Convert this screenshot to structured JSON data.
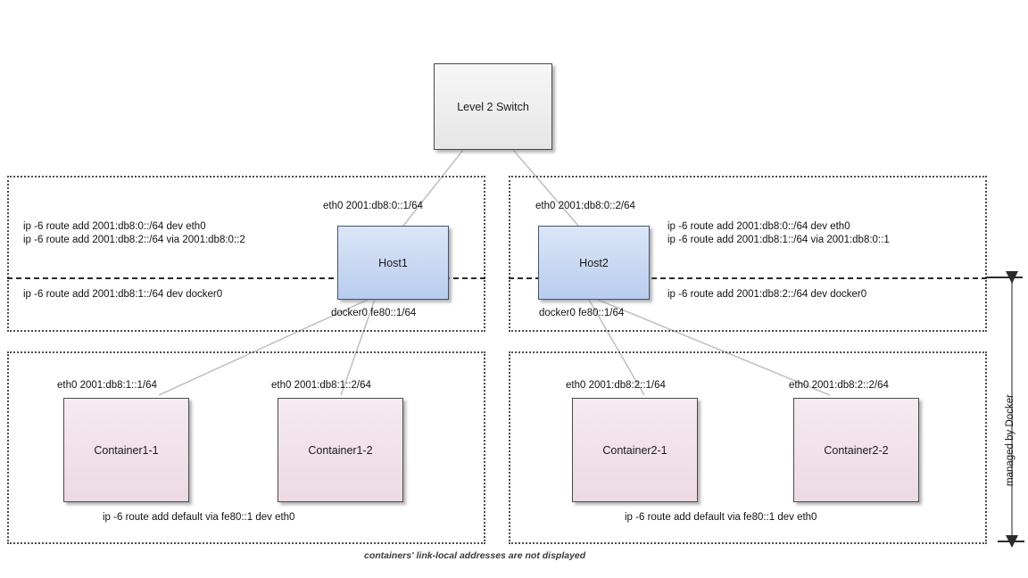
{
  "diagram": {
    "footer_note": "containers' link-local addresses are not displayed",
    "vertical_label": "managed by Docker"
  },
  "switch": {
    "label": "Level 2 Switch"
  },
  "hosts": [
    {
      "name": "Host1",
      "eth0_label": "eth0 2001:db8:0::1/64",
      "docker0_label": "docker0 fe80::1/64",
      "routes_above": [
        "ip -6 route add 2001:db8:0::/64 dev eth0",
        "ip -6 route add 2001:db8:2::/64 via  2001:db8:0::2"
      ],
      "routes_below": [
        "ip -6 route add 2001:db8:1::/64 dev docker0"
      ]
    },
    {
      "name": "Host2",
      "eth0_label": "eth0 2001:db8:0::2/64",
      "docker0_label": "docker0 fe80::1/64",
      "routes_above": [
        "ip -6 route add 2001:db8:0::/64 dev eth0",
        "ip -6 route add 2001:db8:1::/64 via  2001:db8:0::1"
      ],
      "routes_below": [
        "ip -6 route add 2001:db8:2::/64 dev docker0"
      ]
    }
  ],
  "container_groups": [
    {
      "default_route": "ip -6 route add default via fe80::1 dev eth0",
      "containers": [
        {
          "name": "Container1-1",
          "eth0_label": "eth0 2001:db8:1::1/64"
        },
        {
          "name": "Container1-2",
          "eth0_label": "eth0 2001:db8:1::2/64"
        }
      ]
    },
    {
      "default_route": "ip -6 route add default via fe80::1 dev eth0",
      "containers": [
        {
          "name": "Container2-1",
          "eth0_label": "eth0 2001:db8:2::1/64"
        },
        {
          "name": "Container2-2",
          "eth0_label": "eth0 2001:db8:2::2/64"
        }
      ]
    }
  ]
}
